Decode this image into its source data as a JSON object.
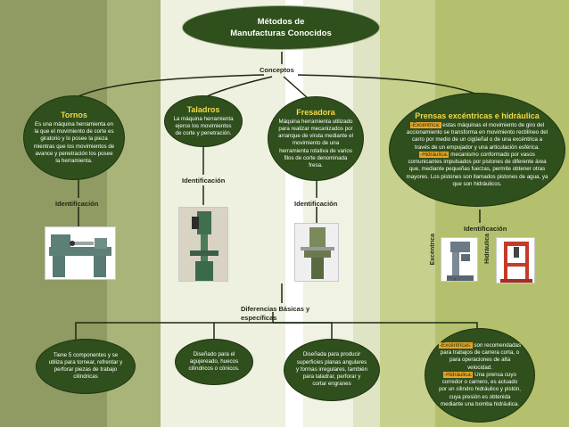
{
  "title": {
    "line1": "Métodos de",
    "line2": "Manufacturas Conocidos"
  },
  "conceptos": "Conceptos",
  "nodes": {
    "tornos": {
      "title": "Tornos",
      "text": "Es una máquina herramienta en la que el movimiento de corte es giratorio y lo posee la pieza mientras que los movimientos de avance y penetración los posee la herramienta."
    },
    "taladros": {
      "title": "Taladros",
      "text": "La máquina herramienta ejerce los movimientos de corte y penetración."
    },
    "fresadora": {
      "title": "Fresadora",
      "text": "Máquina herramienta utilizado para realizar mecanizados por arranque de viruta mediante el movimiento de una herramienta rotativa de varios filos de corte denominada fresa."
    },
    "prensas": {
      "title": "Prensas excéntricas e hidráulica",
      "p1_hl": "-Excéntrica:",
      "p1_rest": "estas máquinas el movimiento de giro del accionamiento se transforma en movimiento rectilíneo del carro por medio de un cigüeñal o de una excéntrica a través de un empujador y una articulación esférica.",
      "p2_hl": "-Hidráulica:",
      "p2_rest": "mecanismo conformado por vasos comunicantes impulsados por pistones de diferente área que, mediante pequeñas fuerzas, permite obtener otras mayores. Los pistones son llamados pistones de agua, ya que son hidráulicos."
    }
  },
  "identificacion": "Identificación",
  "side_labels": {
    "excentrica": "Excéntrica",
    "hidraulica": "Hidráulica"
  },
  "diferencias": "Diferencias Básicas y específicas",
  "bottom": {
    "tornos": "Tiene 5 componentes y se utiliza para tornear, refrentar y perforar piezas de trabajo cilíndricas",
    "taladros": "Diseñado para el agujereado, huecos cilíndricos o cónicos.",
    "fresadora": "Diseñada para producir superficies planas angulares y formas irregulares, también para taladrar, perforar y cortar engranes",
    "prensas": {
      "p1_hl": "-Excéntricas:",
      "p1_rest": "son recomendadas para trabajos de carrera corta, o para operaciones de alta velocidad.",
      "p2_hl": "-Hidráulica:",
      "p2_rest": "Una prensa cuyo corredor o carnero, es actuado por un cilindro hidráulico y pistón, cuya presión es obtenida mediante una bomba hidráulica."
    }
  },
  "colors": {
    "oval_fill": "#2f4f1c",
    "title_yellow": "#f2d84a",
    "highlight": "#e8a52a",
    "line": "#1d2a12"
  }
}
